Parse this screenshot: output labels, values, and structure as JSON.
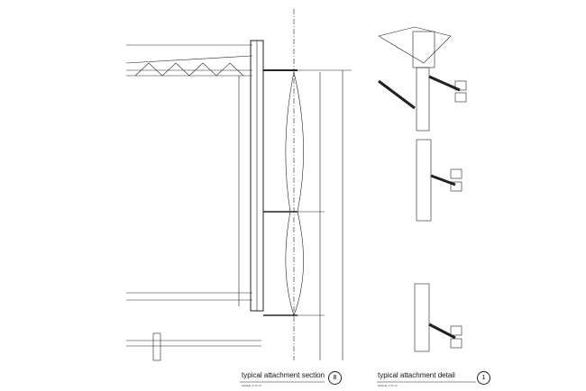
{
  "section": {
    "title": "typical attachment section",
    "scale": "SCALE: 1\"=1'-0\"",
    "number": "8"
  },
  "detail": {
    "title": "typical attachment detail",
    "scale": "SCALE: 1\"=1'-0\"",
    "number": "1"
  },
  "colors": {
    "line": "#222222",
    "background": "#ffffff"
  }
}
